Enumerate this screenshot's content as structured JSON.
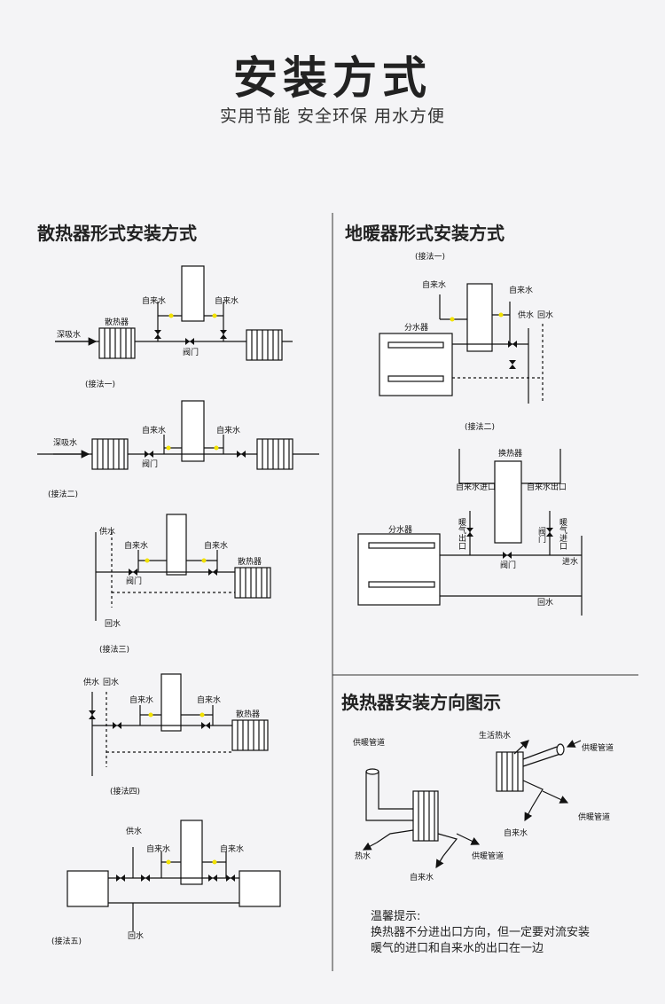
{
  "header": {
    "title": "安装方式",
    "subtitle": "实用节能 安全环保 用水方便"
  },
  "sections": {
    "radiator": {
      "title": "散热器形式安装方式",
      "methods": [
        "(接法一)",
        "(接法二)",
        "(接法三)",
        "(接法四)",
        "(接法五)"
      ]
    },
    "floor": {
      "title": "地暖器形式安装方式",
      "methods": [
        "(接法一)",
        "(接法二)"
      ]
    },
    "direction": {
      "title": "换热器安装方向图示",
      "notice_title": "温馨提示:",
      "notice_lines": [
        "换热器不分进出口方向，但一定要对流安装",
        "暖气的进口和自来水的出口在一边"
      ]
    }
  },
  "labels": {
    "tap_water": "自来水",
    "deep_suction": "深吸水",
    "radiator": "散热器",
    "valve": "阀门",
    "supply": "供水",
    "return": "回水",
    "manifold": "分水器",
    "heat_exchanger": "换热器",
    "tap_in": "自来水进口",
    "tap_out": "自来水出口",
    "heat_out": "暖气出口",
    "heat_in": "暖气进口",
    "inlet": "进水",
    "supply_pipe": "供暖管道",
    "hot_water": "热水",
    "domestic_hot": "生活热水"
  },
  "colors": {
    "accent_dot": "#f2e200",
    "line": "#111111"
  }
}
